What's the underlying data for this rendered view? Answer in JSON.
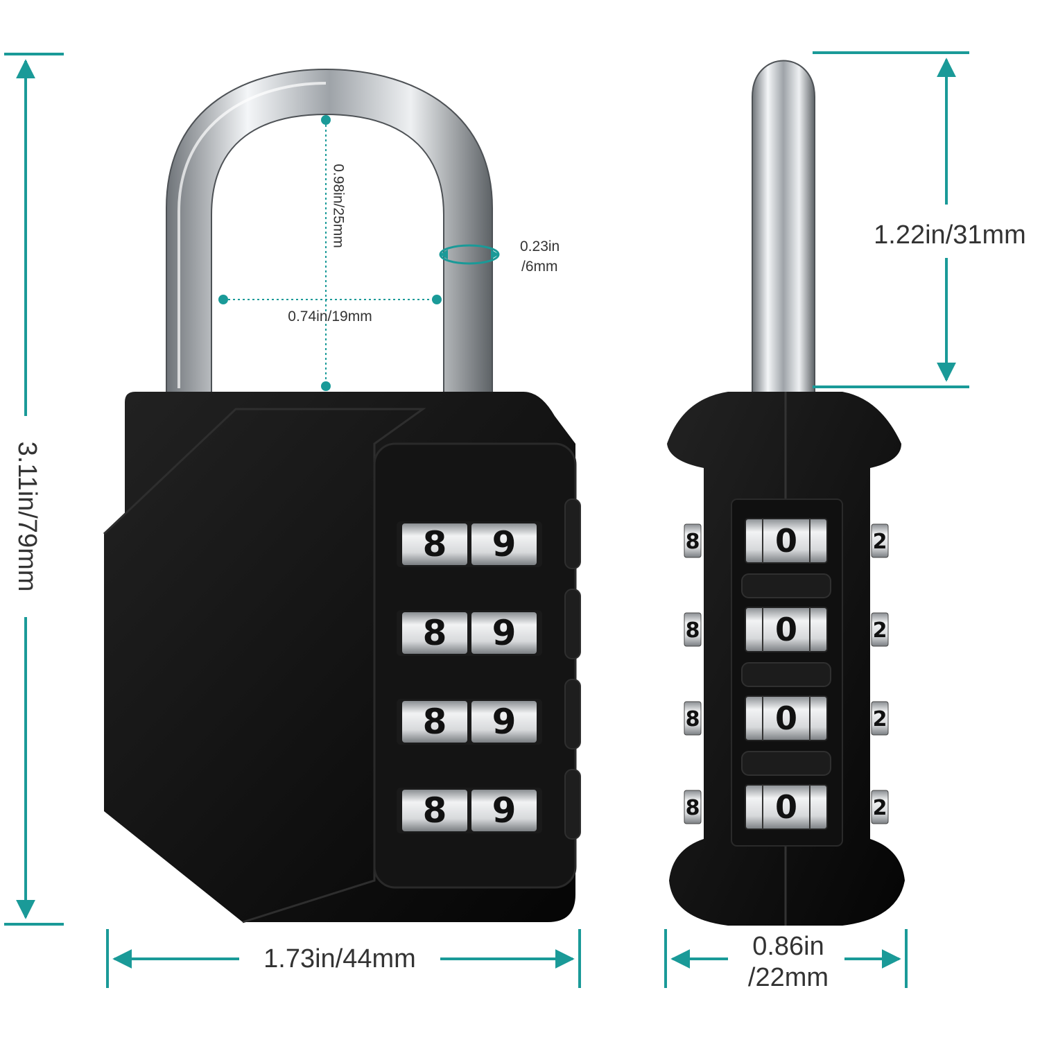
{
  "colors": {
    "dimension_teal": "#1a9a98",
    "lock_body": "#0b0b0b",
    "shackle_steel": "#c8ccd0",
    "dial_silver": "#e4e6e8",
    "label_text": "#333333"
  },
  "dimensions": {
    "total_height": "3.11in/79mm",
    "body_width": "1.73in/44mm",
    "side_width_line1": "0.86in",
    "side_width_line2": "/22mm",
    "shackle_clearance": "1.22in/31mm",
    "inner_height": "0.98in/25mm",
    "inner_width": "0.74in/19mm",
    "shackle_diameter_line1": "0.23in",
    "shackle_diameter_line2": "/6mm"
  },
  "front_view": {
    "dials": [
      {
        "left": "8",
        "right": "9"
      },
      {
        "left": "8",
        "right": "9"
      },
      {
        "left": "8",
        "right": "9"
      },
      {
        "left": "8",
        "right": "9"
      }
    ]
  },
  "side_view": {
    "dials": [
      {
        "center": "0",
        "left_edge": "8",
        "right_edge": "2"
      },
      {
        "center": "0",
        "left_edge": "8",
        "right_edge": "2"
      },
      {
        "center": "0",
        "left_edge": "8",
        "right_edge": "2"
      },
      {
        "center": "0",
        "left_edge": "8",
        "right_edge": "2"
      }
    ]
  }
}
